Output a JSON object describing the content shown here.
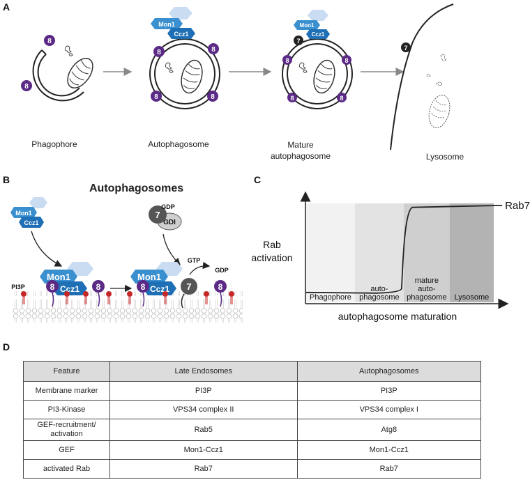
{
  "panel_a": {
    "letter": "A",
    "stages": [
      {
        "label": "Phagophore"
      },
      {
        "label": "Autophagosome"
      },
      {
        "label": "Mature autophagosome"
      },
      {
        "label": "Lysosome"
      }
    ],
    "mon1": "Mon1",
    "ccz1": "Ccz1",
    "atg8": "8",
    "rab7": "7"
  },
  "panel_b": {
    "letter": "B",
    "title": "Autophagosomes",
    "mon1": "Mon1",
    "ccz1": "Ccz1",
    "atg8": "8",
    "rab7": "7",
    "gdp_top": "GDP",
    "gdi": "GDI",
    "gtp": "GTP",
    "gdp_out": "GDP",
    "pi3p": "PI3P"
  },
  "panel_c": {
    "letter": "C",
    "ylabel_line1": "Rab",
    "ylabel_line2": "activation",
    "xlabel": "autophagosome maturation",
    "series_label": "Rab7",
    "stages": [
      "Phagophore",
      "auto-\nphagosome",
      "mature\nauto-\nphagosome",
      "Lysosome"
    ],
    "stage_colors": [
      "#f2f2f2",
      "#e3e3e3",
      "#cfcfcf",
      "#b3b3b3"
    ]
  },
  "chart_data": {
    "type": "line",
    "categories": [
      "Phagophore",
      "autophagosome",
      "mature autophagosome",
      "Lysosome"
    ],
    "series": [
      {
        "name": "Rab7",
        "values": [
          0.1,
          0.14,
          0.96,
          0.98
        ]
      }
    ],
    "title": "",
    "xlabel": "autophagosome maturation",
    "ylabel": "Rab activation",
    "ylim": [
      0,
      1
    ]
  },
  "panel_d": {
    "letter": "D",
    "headers": [
      "Feature",
      "Late Endosomes",
      "Autophagosomes"
    ],
    "rows": [
      [
        "Membrane marker",
        "PI3P",
        "PI3P"
      ],
      [
        "PI3-Kinase",
        "VPS34 complex II",
        "VPS34 complex I"
      ],
      [
        "GEF-recruitment/\nactivation",
        "Rab5",
        "Atg8"
      ],
      [
        "GEF",
        "Mon1-Ccz1",
        "Mon1-Ccz1"
      ],
      [
        "activated Rab",
        "Rab7",
        "Rab7"
      ]
    ]
  },
  "colors": {
    "mon1": "#3a8fcf",
    "ccz1": "#1e6fb5",
    "hex_light": "#c9dcf2",
    "atg8": "#5b2a86",
    "rab7": "#333333",
    "pi3p": "#c62828"
  }
}
